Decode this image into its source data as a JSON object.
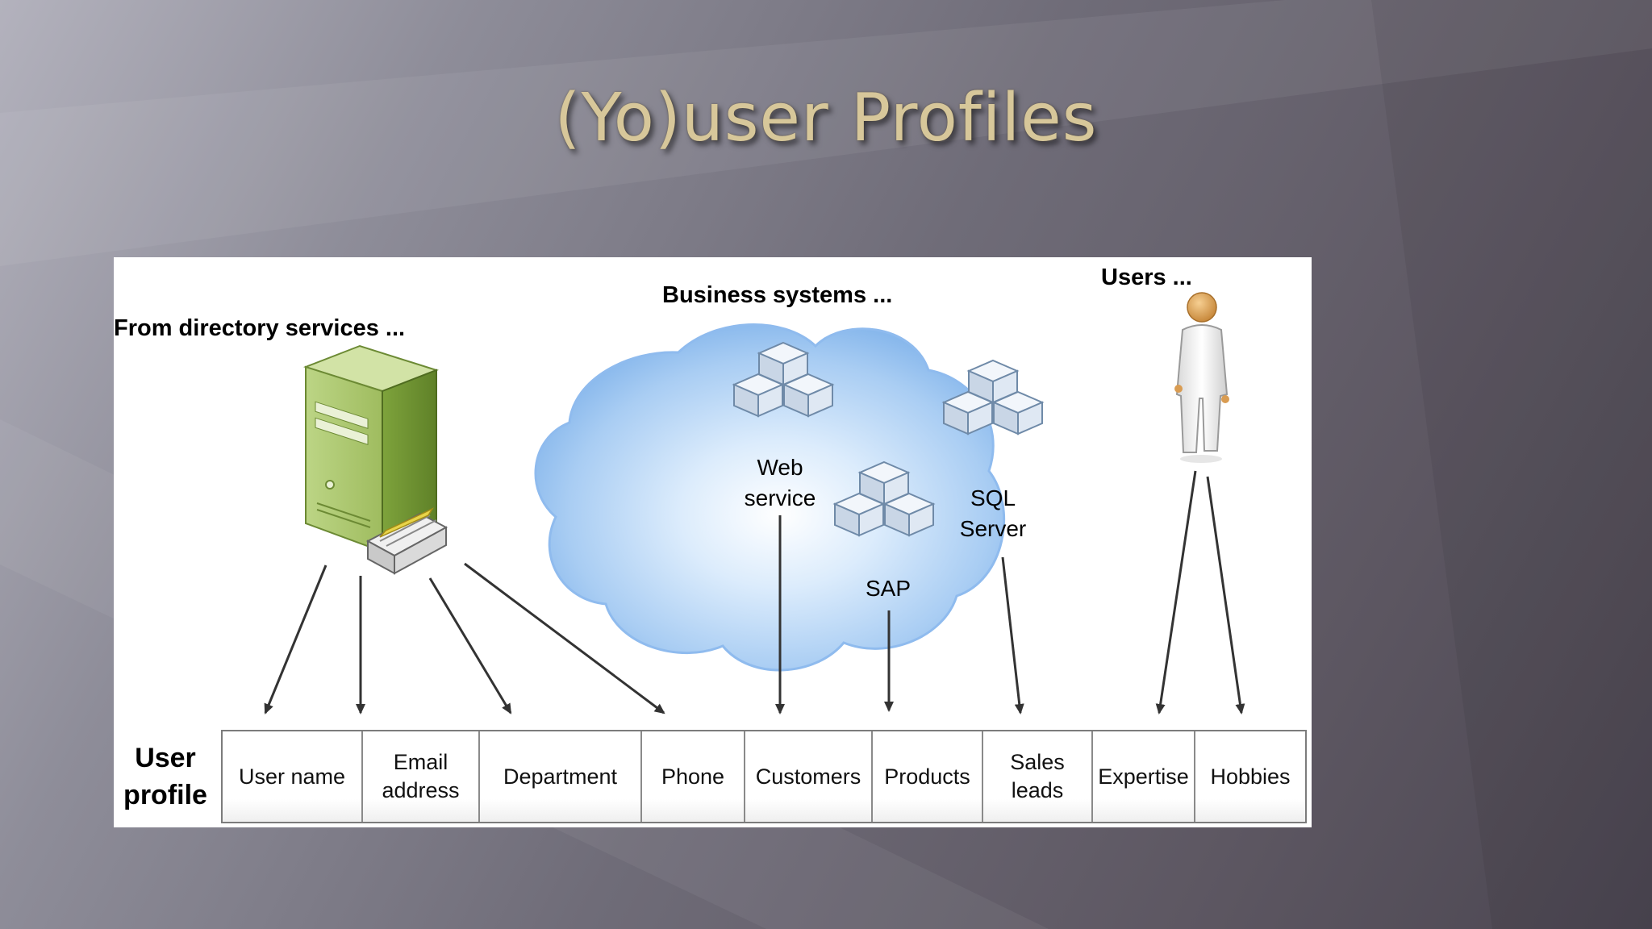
{
  "slide": {
    "title": "(Yo)user Profiles"
  },
  "diagram": {
    "directory_label": "From directory services ...",
    "business_label": "Business systems ...",
    "users_label": "Users ...",
    "nodes": {
      "web_service": "Web\nservice",
      "sql_server": "SQL\nServer",
      "sap": "SAP"
    },
    "profile_label": "User\nprofile",
    "fields": [
      "User name",
      "Email\naddress",
      "Department",
      "Phone",
      "Customers",
      "Products",
      "Sales\nleads",
      "Expertise",
      "Hobbies"
    ]
  },
  "colors": {
    "title": "#d7c79a",
    "server_green": "#a6c36a",
    "cloud_blue": "#9cc6f1",
    "arrow": "#333333"
  }
}
